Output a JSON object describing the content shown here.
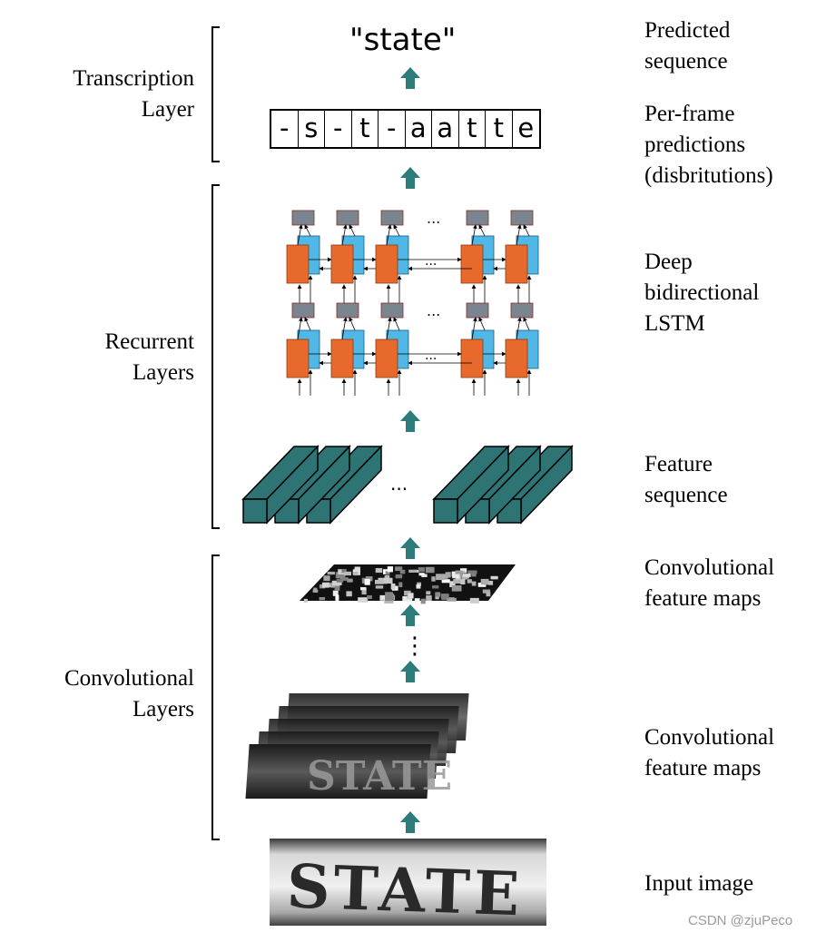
{
  "left_labels": {
    "transcription": [
      "Transcription",
      "Layer"
    ],
    "recurrent": [
      "Recurrent",
      "Layers"
    ],
    "convolutional": [
      "Convolutional",
      "Layers"
    ]
  },
  "right_labels": {
    "predicted_sequence": [
      "Predicted",
      "sequence"
    ],
    "per_frame": [
      "Per-frame",
      "predictions",
      "(disbritutions)"
    ],
    "lstm": [
      "Deep",
      "bidirectional",
      "LSTM"
    ],
    "feature_sequence": [
      "Feature",
      "sequence"
    ],
    "conv_maps_top": [
      "Convolutional",
      "feature maps"
    ],
    "conv_maps_bottom": [
      "Convolutional",
      "feature maps"
    ],
    "input_image": [
      "Input image"
    ]
  },
  "predicted_text": "\"state\"",
  "frame_cells": [
    "-",
    "s",
    "-",
    "t",
    "-",
    "a",
    "a",
    "t",
    "t",
    "e"
  ],
  "ellipsis": "...",
  "vertical_dots": "⋮",
  "input_word": "STATE",
  "watermark": "CSDN @zjuPeco",
  "colors": {
    "arrow": "#2e7b7b",
    "lstm_orange": "#e8692c",
    "lstm_blue": "#4fb8e6",
    "lstm_gray": "#7a8590",
    "feature_teal": "#2e7474"
  }
}
